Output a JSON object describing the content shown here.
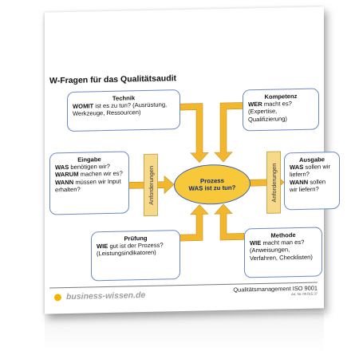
{
  "title": "W-Fragen für das Qualitätsaudit",
  "center": {
    "title": "Prozess",
    "question": "WAS ist zu tun?"
  },
  "technik": {
    "title": "Technik",
    "kw": "WOMIT",
    "text": " ist es zu tun? (Ausrüstung, Werkzeuge, Ressourcen)"
  },
  "kompetenz": {
    "title": "Kompetenz",
    "kw": "WER",
    "text": " macht es? (Expertise, Qualifizierung)"
  },
  "eingabe": {
    "title": "Eingabe",
    "q1_kw": "WAS",
    "q1": " benötigen wir?",
    "q2_kw": "WARUM",
    "q2": " machen wir es?",
    "q3_kw": "WANN",
    "q3": " müssen wir Input erhalten?"
  },
  "ausgabe": {
    "title": "Ausgabe",
    "q1_kw": "WAS",
    "q1": " sollen wir liefern?",
    "q2_kw": "WANN",
    "q2": " sollen wir liefern?"
  },
  "pruefung": {
    "title": "Prüfung",
    "kw": "WIE",
    "text": " gut ist der Prozess? (Leistungsindikatoren)"
  },
  "methode": {
    "title": "Methode",
    "kw": "WIE",
    "text": " macht man es? (Anweisungen, Verfahren, Checklisten)"
  },
  "requirement_left": "Anforderungen",
  "requirement_right": "Anforderungen",
  "footer": {
    "brand": "business-wissen.de",
    "standard": "Qualitätsmanagement ISO 9001",
    "art_nr": "Art.-Nr. 00.015.37"
  },
  "colors": {
    "arrow": "#f0b72f",
    "box_border": "#6b88c7",
    "center_fill": "#f6c83a",
    "brand_dot": "#f5b400"
  }
}
